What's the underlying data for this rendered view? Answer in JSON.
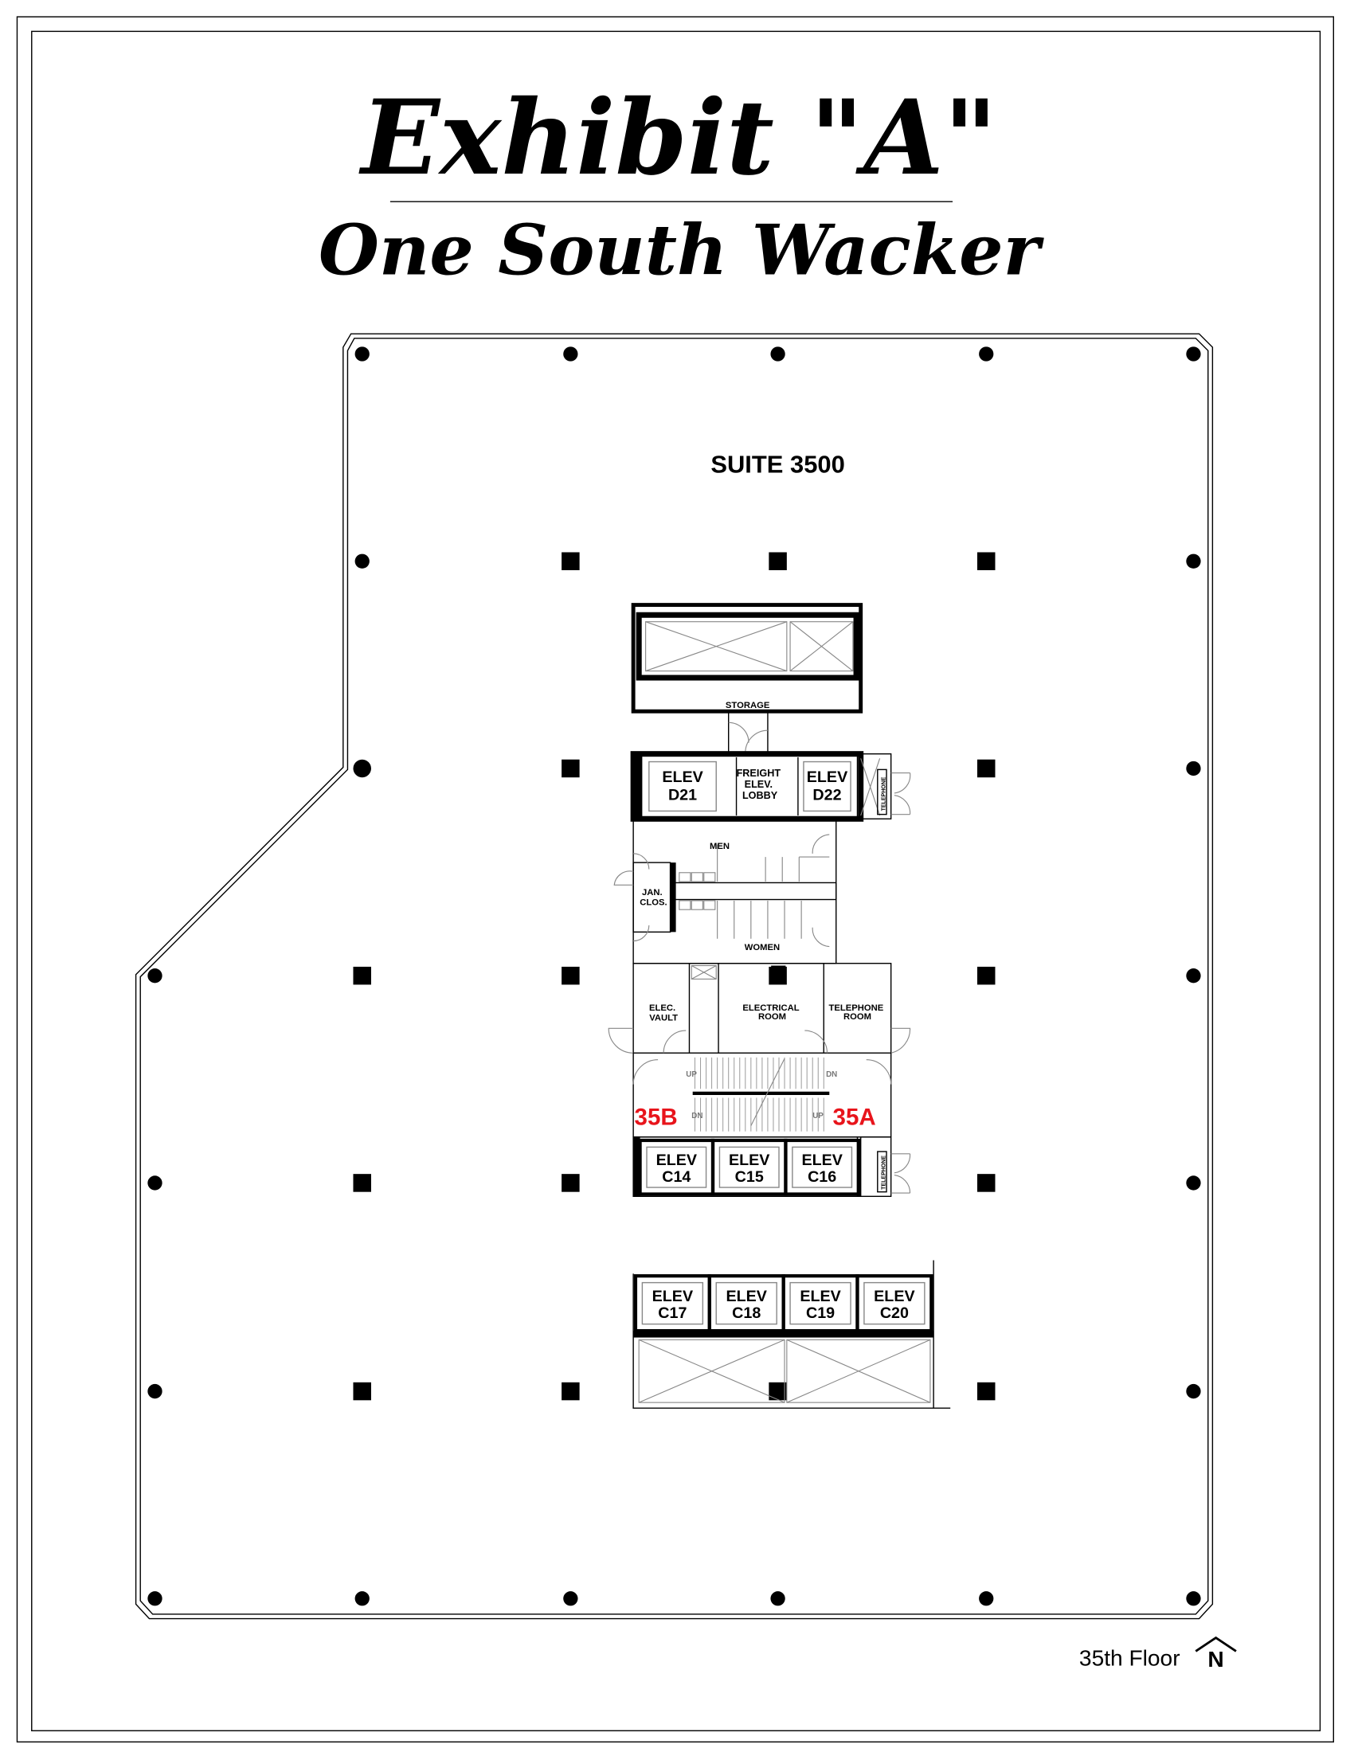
{
  "header": {
    "title": "Exhibit \"A\"",
    "subtitle": "One South Wacker"
  },
  "plan": {
    "suite_label": "SUITE 3500",
    "rooms": {
      "storage": "STORAGE",
      "freight_lobby": [
        "FREIGHT",
        "ELEV.",
        "LOBBY"
      ],
      "men": "MEN",
      "women": "WOMEN",
      "jan_clos": [
        "JAN.",
        "CLOS."
      ],
      "elec_vault": [
        "ELEC.",
        "VAULT"
      ],
      "electrical_room": [
        "ELECTRICAL",
        "ROOM"
      ],
      "telephone_room": [
        "TELEPHONE",
        "ROOM"
      ],
      "telephone_closet": "TELEPHONE"
    },
    "stairs": {
      "up_left": "UP",
      "dn_right": "DN",
      "dn_left": "DN",
      "up_right": "UP",
      "stair_b": "35B",
      "stair_a": "35A",
      "stair_color": "#e8141b"
    },
    "elevators_top": [
      {
        "line1": "ELEV",
        "line2": "D21"
      },
      {
        "line1": "ELEV",
        "line2": "D22"
      }
    ],
    "elevators_mid": [
      {
        "line1": "ELEV",
        "line2": "C14"
      },
      {
        "line1": "ELEV",
        "line2": "C15"
      },
      {
        "line1": "ELEV",
        "line2": "C16"
      }
    ],
    "elevators_low": [
      {
        "line1": "ELEV",
        "line2": "C17"
      },
      {
        "line1": "ELEV",
        "line2": "C18"
      },
      {
        "line1": "ELEV",
        "line2": "C19"
      },
      {
        "line1": "ELEV",
        "line2": "C20"
      }
    ]
  },
  "footer": {
    "floor_label": "35th Floor",
    "north_label": "N"
  }
}
